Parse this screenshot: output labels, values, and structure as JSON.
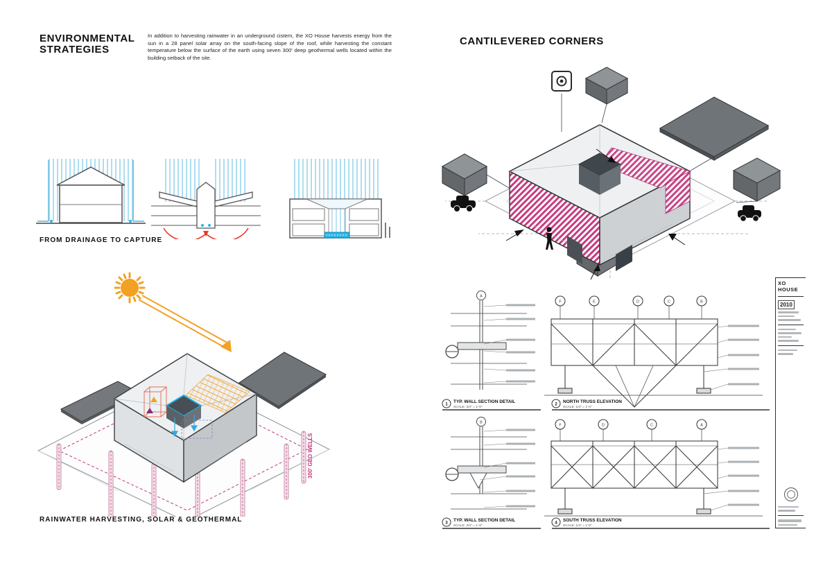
{
  "left": {
    "title_line1": "ENVIRONMENTAL",
    "title_line2": "STRATEGIES",
    "intro": "In addition to harvesting rainwater in an underground cistern, the XO House harvests energy from the sun in a 28 panel solar array on the south-facing slope of the roof, while harvesting the constant temperature below the surface of the earth using seven 300' deep geothermal wells located within the building setback of the site.",
    "sections_caption": "FROM DRAINAGE TO CAPTURE",
    "iso_caption": "RAINWATER HARVESTING, SOLAR & GEOTHERMAL",
    "geo_label": "300' GEO WELLS"
  },
  "right": {
    "title": "CANTILEVERED CORNERS"
  },
  "drawings": {
    "d1": {
      "num": "1",
      "title": "TYP. WALL SECTION DETAIL",
      "scale": "SCALE: 3/4\" = 1'-0\""
    },
    "d2": {
      "num": "2",
      "title": "NORTH TRUSS ELEVATION",
      "scale": "SCALE: 1/4\" = 1'-0\""
    },
    "d3": {
      "num": "3",
      "title": "TYP. WALL SECTION DETAIL",
      "scale": "SCALE: 3/4\" = 1'-0\""
    },
    "d4": {
      "num": "4",
      "title": "SOUTH TRUSS ELEVATION",
      "scale": "SCALE: 1/4\" = 1'-0\""
    },
    "t1_bubbles": [
      "F",
      "E",
      "D",
      "C",
      "B"
    ],
    "t2_bubbles": [
      "F",
      "D",
      "C",
      "A"
    ],
    "detail1_bubble": "A",
    "detail3_bubble": "B"
  },
  "titleblock": {
    "project": "XO HOUSE",
    "year": "2010"
  },
  "colors": {
    "accent_pink": "#c4367f",
    "sun_orange": "#f2a124",
    "water_cyan": "#29b6e8",
    "cistern_red": "#e4392c",
    "roof_gray": "#6f7478"
  }
}
